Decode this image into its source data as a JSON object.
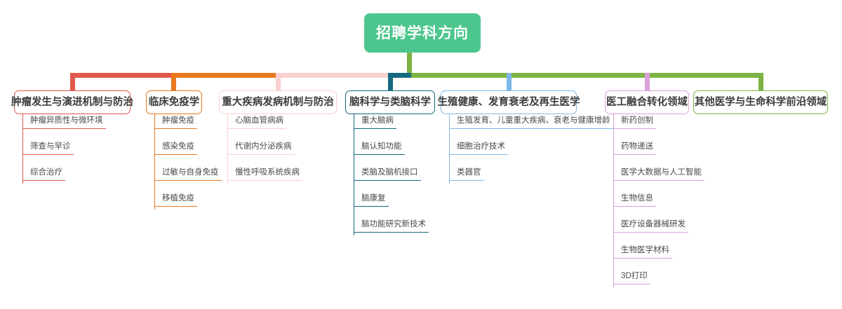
{
  "diagram": {
    "type": "mind-map",
    "orientation": "top-down",
    "root": {
      "label": "招聘学科方向",
      "color": "#4DC68E",
      "text_color": "#FFFFFF",
      "stem_color": "#7CB342"
    },
    "trunk_colors": {
      "red": "#E2584B",
      "orange": "#E8791E",
      "pink": "#FAD0D0",
      "teal": "#14697F",
      "green": "#7CB342",
      "light_blue": "#7FB8E8",
      "purple": "#D9A0DC"
    },
    "branches": [
      {
        "id": "branch-1",
        "label": "肿瘤发生与演进机制与防治",
        "color": "#E2584B",
        "children": [
          "肿瘤异质性与微环境",
          "筛查与早诊",
          "综合治疗"
        ]
      },
      {
        "id": "branch-2",
        "label": "临床免疫学",
        "color": "#E8791E",
        "children": [
          "肿瘤免疫",
          "感染免疫",
          "过敏与自身免疫",
          "移植免疫"
        ]
      },
      {
        "id": "branch-3",
        "label": "重大疾病发病机制与防治",
        "color": "#FAD0D0",
        "children": [
          "心脑血管病病",
          "代谢内分泌疾病",
          "慢性呼吸系统疾病"
        ]
      },
      {
        "id": "branch-4",
        "label": "脑科学与类脑科学",
        "color": "#14697F",
        "children": [
          "重大脑病",
          "脑认知功能",
          "类脑及脑机接口",
          "脑康复",
          "脑功能研究新技术"
        ]
      },
      {
        "id": "branch-5",
        "label": "生殖健康、发育衰老及再生医学",
        "color": "#7FB8E8",
        "children": [
          "生殖发育、儿童重大疾病、衰老与健康增龄",
          "细胞治疗技术",
          "类器官"
        ]
      },
      {
        "id": "branch-6",
        "label": "医工融合转化领域",
        "color": "#D9A0DC",
        "children": [
          "新药创制",
          "药物递送",
          "医学大数据与人工智能",
          "生物信息",
          "医疗设备器械研发",
          "生物医学材料",
          "3D打印"
        ]
      },
      {
        "id": "branch-7",
        "label": "其他医学与生命科学前沿领域",
        "color": "#7CB342",
        "children": []
      }
    ]
  }
}
